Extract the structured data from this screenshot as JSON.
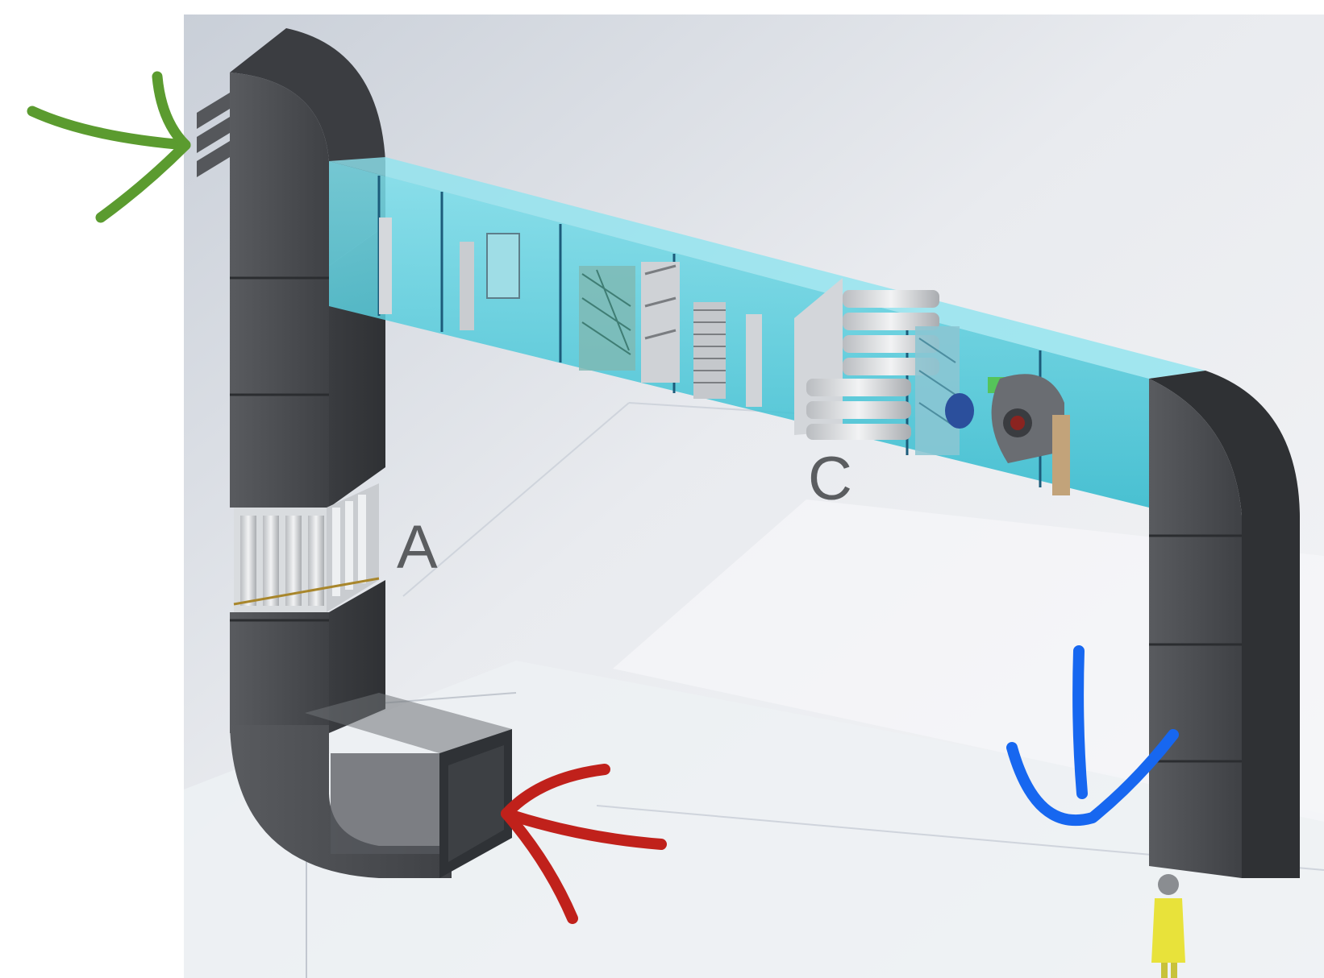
{
  "labels": {
    "a": "A",
    "c": "C"
  },
  "arrows": {
    "intake": {
      "color": "#5b9b2f",
      "icon": "green-hand-drawn-arrow"
    },
    "return": {
      "color": "#c0211b",
      "icon": "red-hand-drawn-arrow"
    },
    "supply": {
      "color": "#1767f0",
      "icon": "blue-hand-drawn-arrow"
    }
  },
  "colors": {
    "duct": "#4a4c50",
    "glass_section": "#5fd0e0",
    "filter_panel": "#e6e8ea",
    "background_panel": "#dde1e8",
    "worker_vest": "#e8e23a"
  }
}
